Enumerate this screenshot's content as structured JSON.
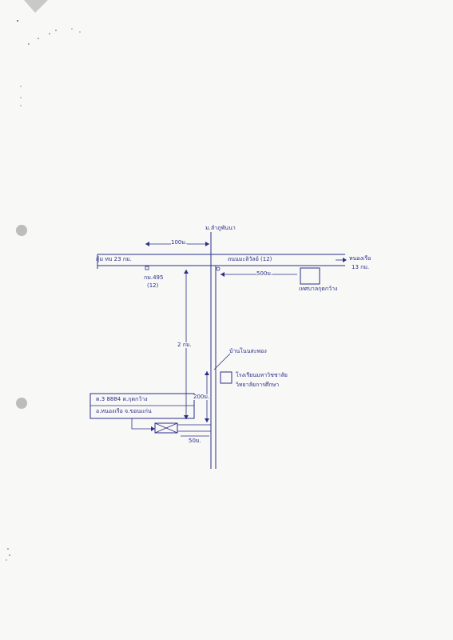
{
  "labels": {
    "top_village": "ม.ลำภูพันนา",
    "dist_100": "100ม.",
    "left_town": "ตุ้ม หบ 23 กม.",
    "road_name": "ถนนมะลิวัลย์ (12)",
    "right_town_1": "หนองเรือ",
    "right_town_2": "13 กม.",
    "km_marker_1": "กม.495",
    "km_marker_2": "(12)",
    "dist_500": "500ม.",
    "right_building": "เทศบาลกุดกว้าง",
    "dist_2km": "2 กม.",
    "side_road": "บ้านโนนสะพอง",
    "school_1": "โรงเรียนมหาวิชชาลัย",
    "school_2": "วิทยาลัยการศึกษา",
    "dist_200": "200ม.",
    "dist_50": "50ม.",
    "address_line_1": "ต.3 8884 ต.กุดกว้าง",
    "address_line_2": "อ.หนองเรือ จ.ขอนแก่น"
  },
  "colors": {
    "ink": "#2a2f8a",
    "paper": "#f8f8f6"
  }
}
